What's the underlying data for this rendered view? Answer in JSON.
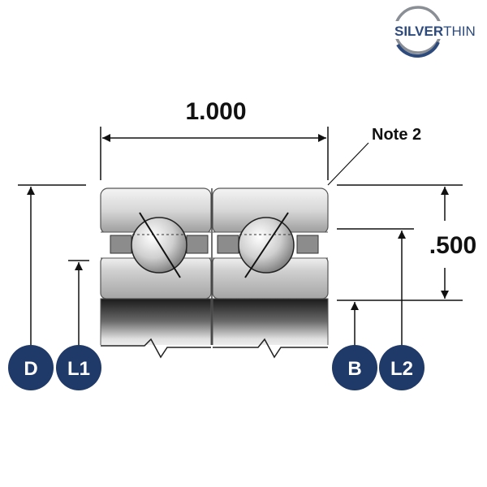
{
  "logo": {
    "brand_bold": "SILVER",
    "brand_light": "THIN",
    "primary_color": "#2d4a7c",
    "ring_color": "#8a8f96"
  },
  "dimensions": {
    "width_label": "1.000",
    "height_label": ".500",
    "note_label": "Note 2"
  },
  "callouts": {
    "d": "D",
    "l1": "L1",
    "b": "B",
    "l2": "L2",
    "color": "#1f3a68"
  }
}
